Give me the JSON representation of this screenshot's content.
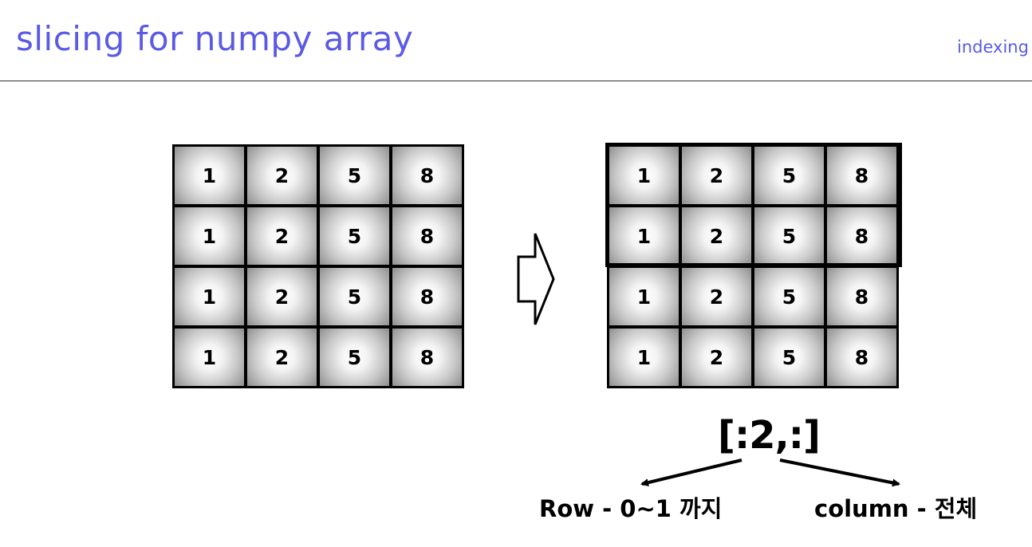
{
  "header": {
    "title": "slicing for numpy array",
    "corner_text": "indexing &"
  },
  "arrays": {
    "source": [
      [
        "1",
        "2",
        "5",
        "8"
      ],
      [
        "1",
        "2",
        "5",
        "8"
      ],
      [
        "1",
        "2",
        "5",
        "8"
      ],
      [
        "1",
        "2",
        "5",
        "8"
      ]
    ],
    "result": [
      [
        "1",
        "2",
        "5",
        "8"
      ],
      [
        "1",
        "2",
        "5",
        "8"
      ],
      [
        "1",
        "2",
        "5",
        "8"
      ],
      [
        "1",
        "2",
        "5",
        "8"
      ]
    ],
    "highlighted_rows": 2
  },
  "slice": {
    "expression": "[:2,:]"
  },
  "labels": {
    "row": "Row - 0~1 까지",
    "column": "column - 전체"
  },
  "icons": {
    "transform_arrow": "right-arrow-icon"
  }
}
